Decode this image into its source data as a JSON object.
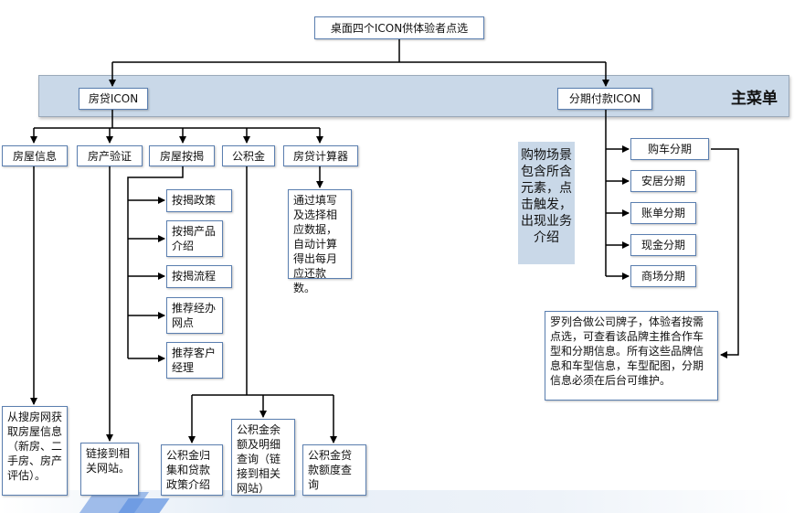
{
  "root": "桌面四个ICON供体验者点选",
  "main_menu": "主菜单",
  "icons": {
    "mortgage": "房贷ICON",
    "installment": "分期付款ICON"
  },
  "mortgage_items": {
    "house_info": "房屋信息",
    "verify": "房产验证",
    "mortgage": "房屋按揭",
    "fund": "公积金",
    "calculator": "房贷计算器"
  },
  "mortgage_sub": [
    "按揭政策",
    "按揭产品介绍",
    "按揭流程",
    "推荐经办网点",
    "推荐客户经理"
  ],
  "calculator_desc": "通过填写及选择相应数据，自动计算得出每月应还款数。",
  "house_info_desc": "从搜房网获取房屋信息（新房、二手房、房产评估）。",
  "verify_desc": "链接到相关网站。",
  "fund_sub": [
    "公积金归集和贷款政策介绍",
    "公积金余额及明细查询（链接到相关网站）",
    "公积金贷款额度查询"
  ],
  "installment_items": [
    "购车分期",
    "安居分期",
    "账单分期",
    "现金分期",
    "商场分期"
  ],
  "scenario_note": "购物场景包含所含元素，点击触发，出现业务介绍",
  "brand_note": "罗列合做公司牌子，体验者按需点选，可查看该品牌主推合作车型和分期信息。所有这些品牌信息和车型信息，车型配图，分期信息必须在后台可维护。"
}
